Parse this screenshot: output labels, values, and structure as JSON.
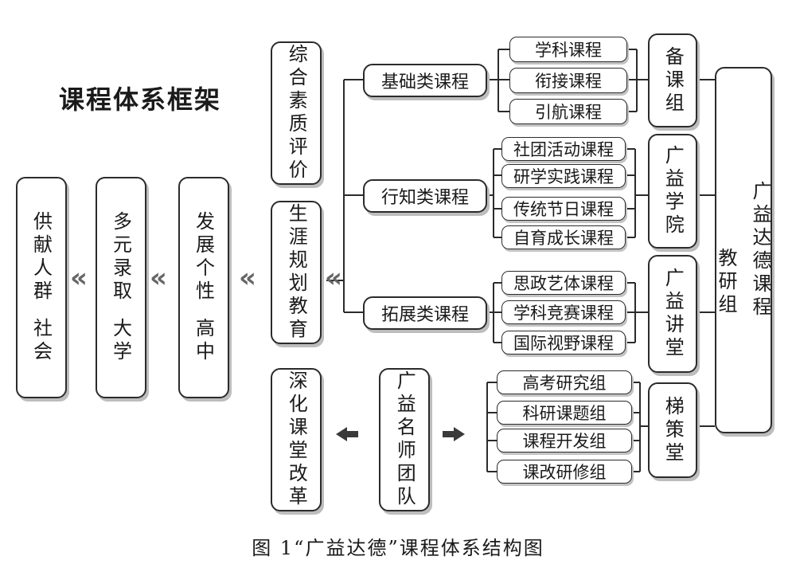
{
  "heading": "课程体系框架",
  "left_chain": {
    "box1": {
      "line1": "供献人群",
      "line2": "社会"
    },
    "box2": {
      "line1": "多元录取",
      "line2": "大学"
    },
    "box3": {
      "line1": "发展个性",
      "line2": "高中"
    },
    "chevron": "«"
  },
  "center": {
    "evaluation": "综合素质评价",
    "planning": "生涯规划教育",
    "deepen_reform": "深化课堂改革",
    "teacher_team": "广益名师团队"
  },
  "categories": {
    "basic": {
      "label": "基础类课程",
      "items": [
        "学科课程",
        "衔接课程",
        "引航课程"
      ]
    },
    "practice": {
      "label": "行知类课程",
      "items": [
        "社团活动课程",
        "研学实践课程",
        "传统节日课程",
        "自育成长课程"
      ]
    },
    "extension": {
      "label": "拓展类课程",
      "items": [
        "思政艺体课程",
        "学科竞赛课程",
        "国际视野课程"
      ]
    }
  },
  "groups": [
    "高考研究组",
    "科研课题组",
    "课程开发组",
    "课改研修组"
  ],
  "units": {
    "prep": "备课组",
    "academy": "广益学院",
    "lecture": "广益讲堂",
    "ladder": "梯策堂"
  },
  "right_panel": {
    "line1": "广益达德课程",
    "line2": "教研组"
  },
  "caption": "图 1“广益达德”课程体系结构图"
}
